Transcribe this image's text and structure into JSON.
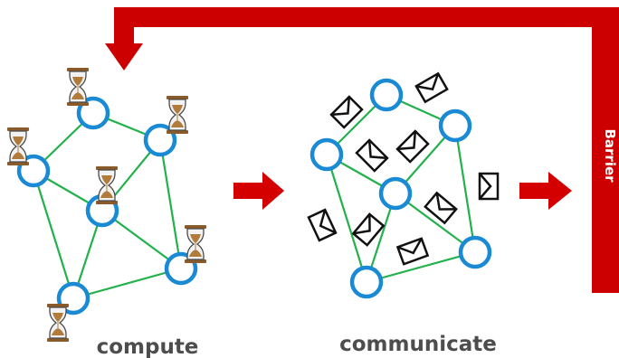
{
  "labels": {
    "compute": "compute",
    "communicate": "communicate",
    "barrier": "Barrier"
  },
  "icons": {
    "task": "hourglass-icon",
    "message": "envelope-icon",
    "flow": "right-arrow-icon"
  },
  "colors": {
    "barrier_red": "#cc0000",
    "arrow_red": "#d40000",
    "node_stroke": "#1a8ad4",
    "edge_green": "#22b14c",
    "label_gray": "#4d4d4d"
  }
}
